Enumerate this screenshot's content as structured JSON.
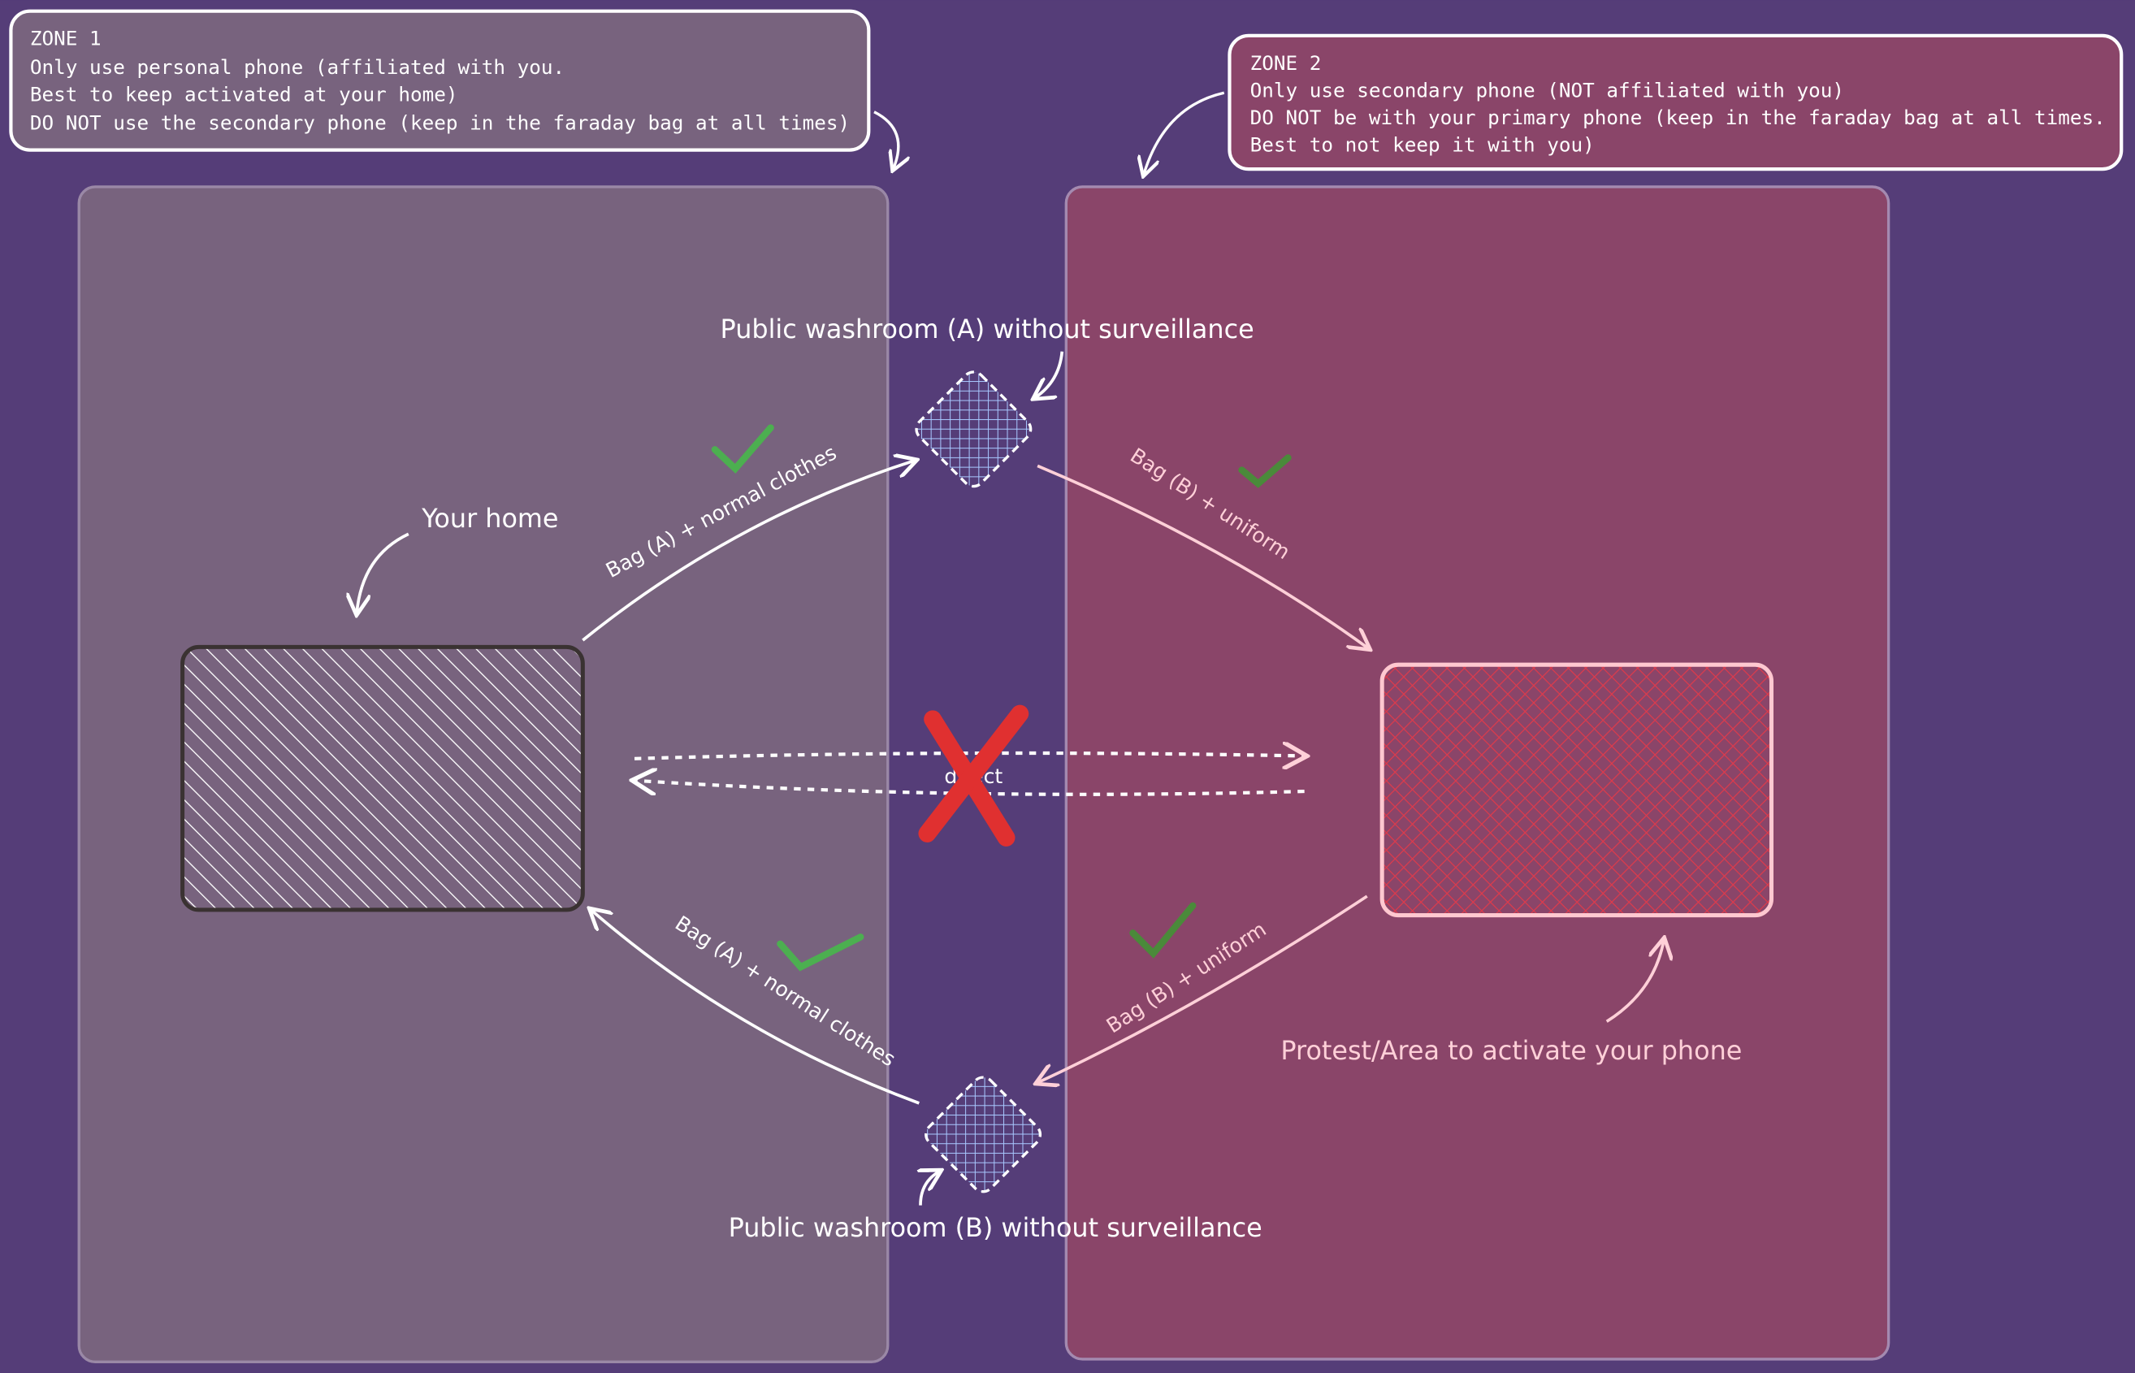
{
  "colors": {
    "background": "#553d78",
    "zone1_fill": "#78637e",
    "zone2_fill": "#8a4569",
    "check": "#4caf50",
    "cross": "#e03030",
    "protest_hatch": "#e03a4a",
    "washroom_hatch": "#a8c8ff"
  },
  "zone1_note": {
    "lines": [
      "ZONE 1",
      "Only use personal phone (affiliated with you.",
      "Best to keep activated at your home)",
      "DO NOT use the secondary phone (keep in the faraday bag at all times)"
    ]
  },
  "zone2_note": {
    "lines": [
      "ZONE 2",
      "Only use secondary phone (NOT affiliated with you)",
      "DO NOT be with your primary phone (keep in the faraday bag at all times.",
      "Best to not keep it with you)"
    ]
  },
  "labels": {
    "washroom_a": "Public washroom (A) without surveillance",
    "washroom_b": "Public washroom (B) without surveillance",
    "home": "Your home",
    "protest": "Protest/Area to activate your phone",
    "direct": "direct"
  },
  "arrows": {
    "home_to_a": "Bag (A) + normal clothes",
    "a_to_protest": "Bag (B) + uniform",
    "protest_to_b": "Bag (B) + uniform",
    "b_to_home": "Bag (A) + normal clothes"
  },
  "icons": {
    "approved": "check-icon",
    "forbidden": "cross-x-icon"
  }
}
